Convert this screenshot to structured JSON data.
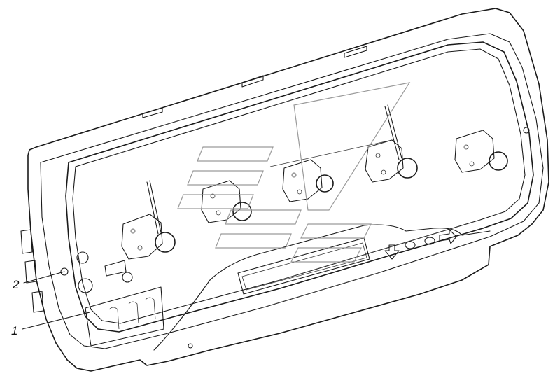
{
  "callouts": [
    {
      "id": "callout-1",
      "text": "1"
    },
    {
      "id": "callout-2",
      "text": "2"
    }
  ],
  "colors": {
    "line": "#1a1a1a",
    "background": "#ffffff",
    "watermark": "#9a9a9a"
  }
}
